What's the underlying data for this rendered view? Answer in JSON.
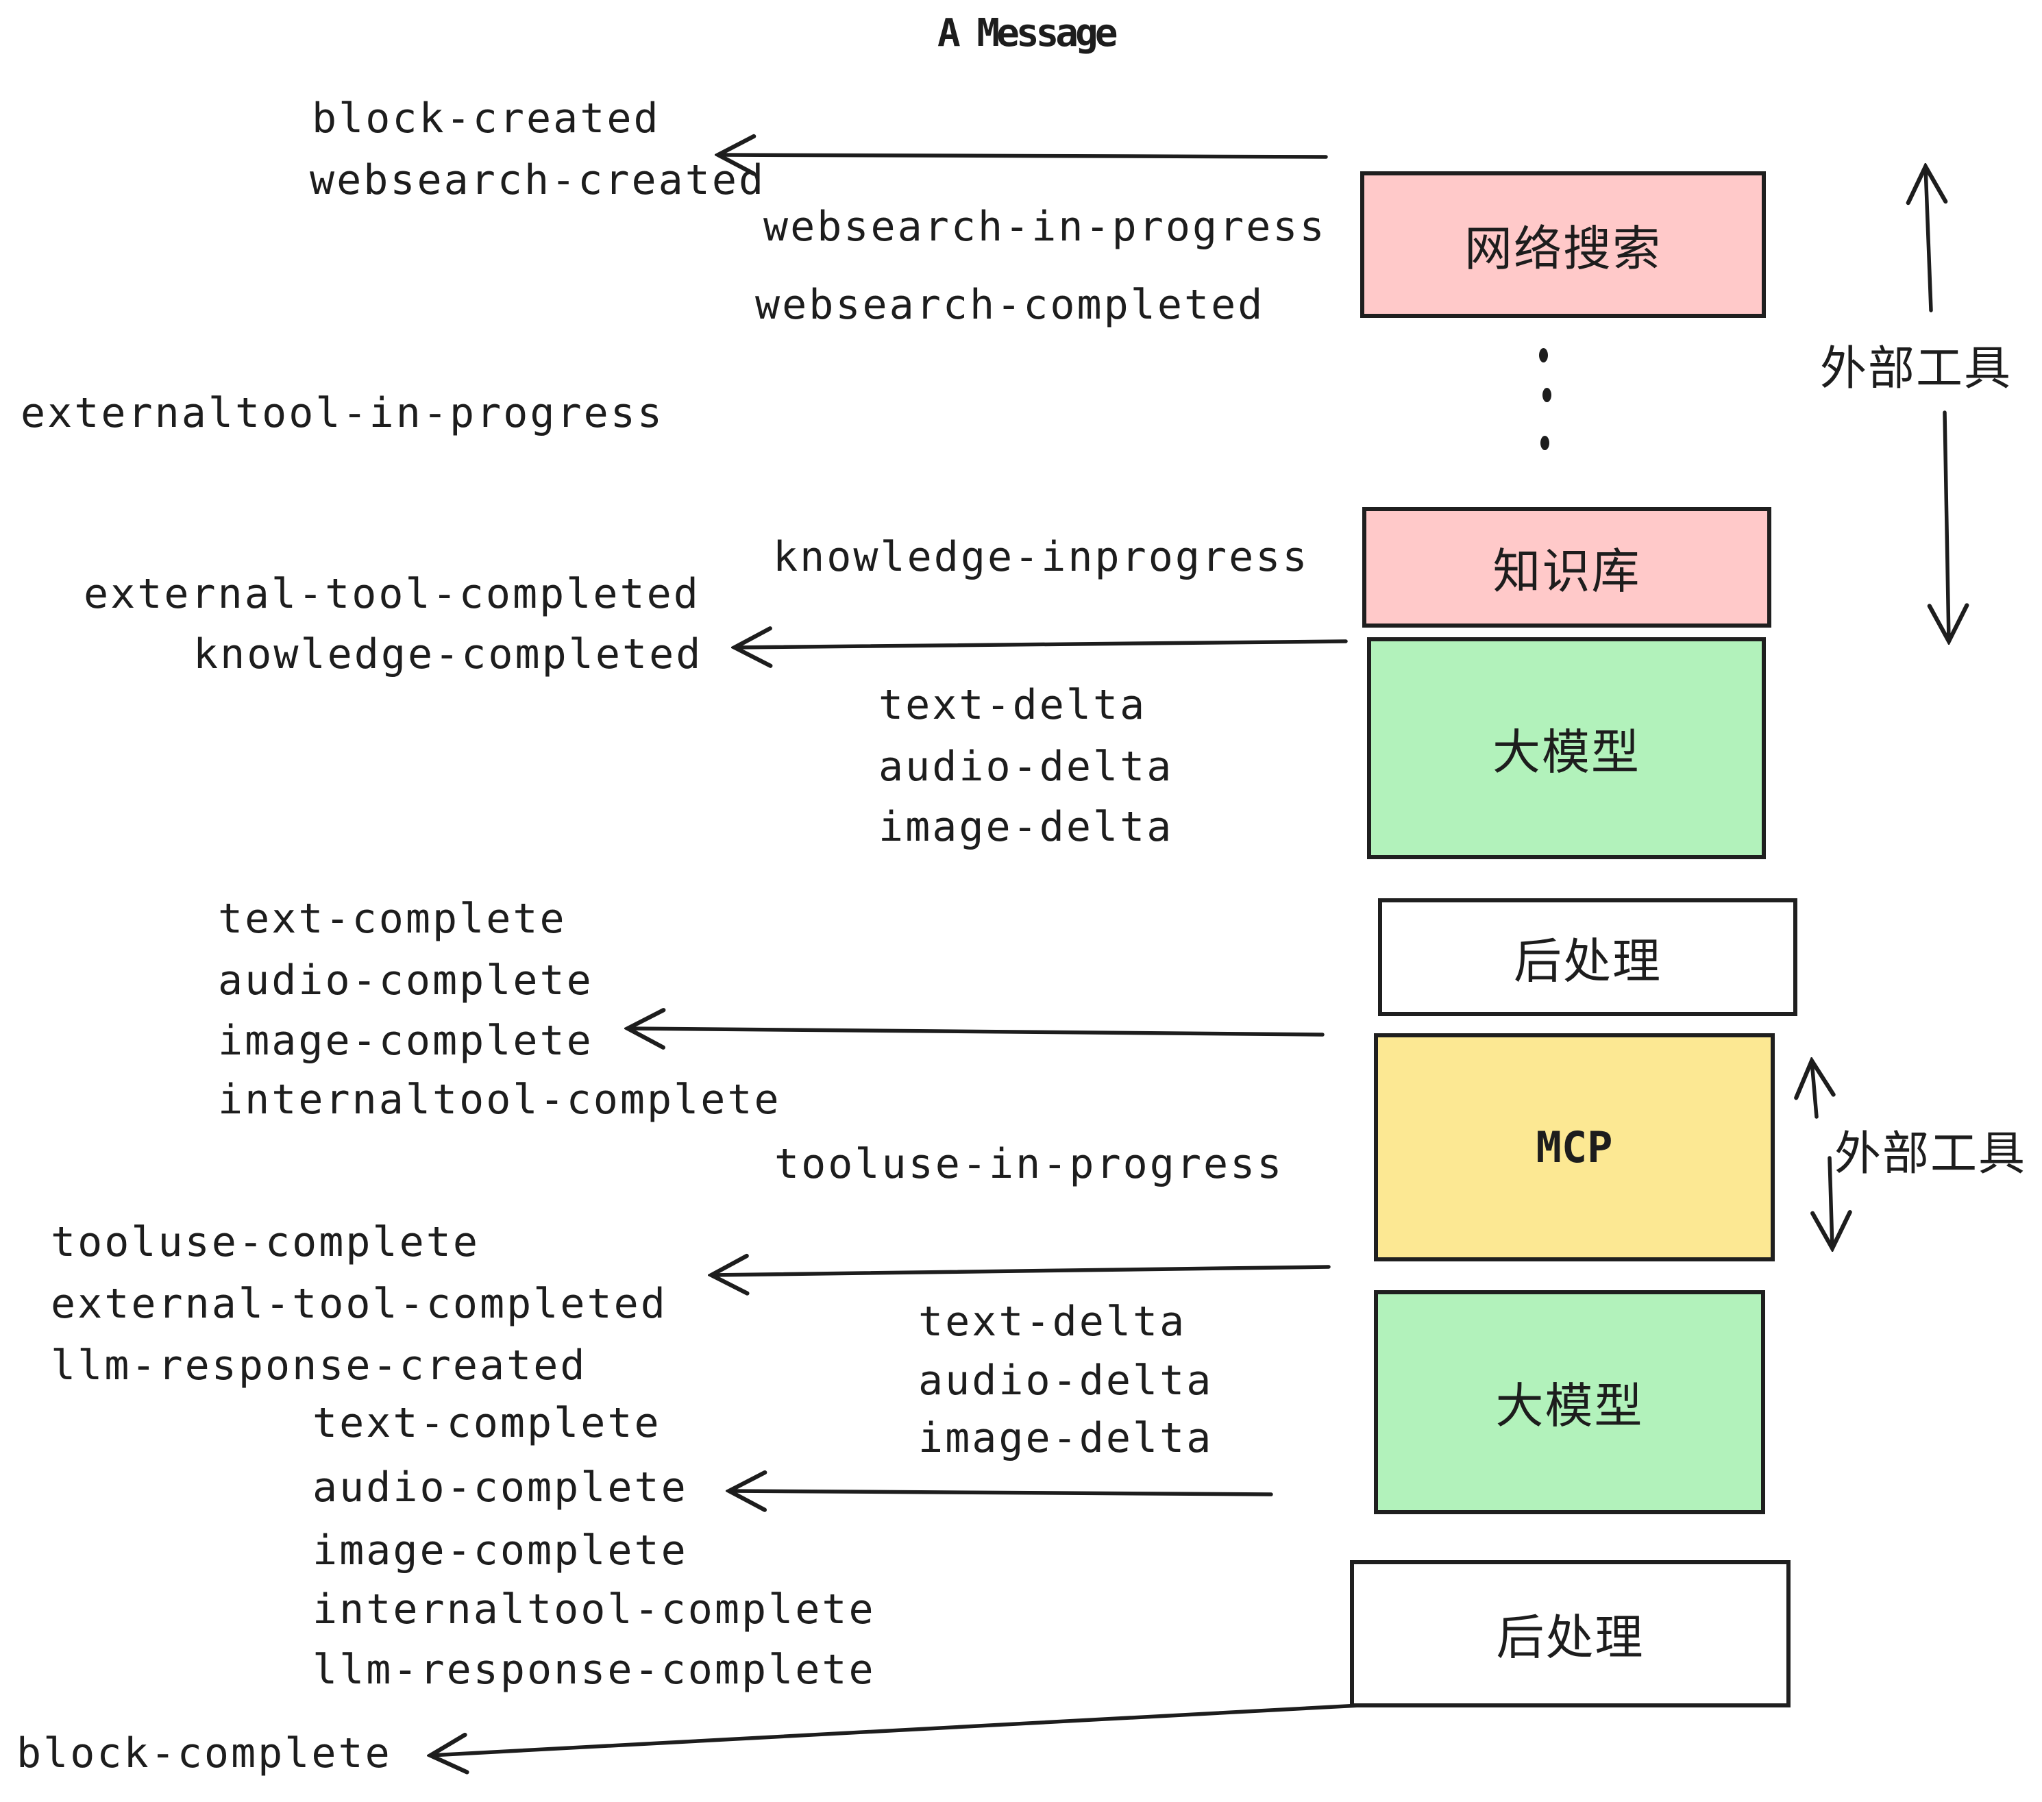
{
  "title": "A Message",
  "events": {
    "block_created": "block-created",
    "websearch_created": "websearch-created",
    "websearch_in_progress": "websearch-in-progress",
    "websearch_completed": "websearch-completed",
    "externaltool_in_progress": "externaltool-in-progress",
    "knowledge_inprogress": "knowledge-inprogress",
    "external_tool_completed": "external-tool-completed",
    "knowledge_completed": "knowledge-completed",
    "text_delta": "text-delta",
    "audio_delta": "audio-delta",
    "image_delta": "image-delta",
    "text_complete": "text-complete",
    "audio_complete": "audio-complete",
    "image_complete": "image-complete",
    "internaltool_complete": "internaltool-complete",
    "tooluse_in_progress": "tooluse-in-progress",
    "tooluse_complete": "tooluse-complete",
    "llm_response_created": "llm-response-created",
    "llm_response_complete": "llm-response-complete",
    "block_complete": "block-complete"
  },
  "boxes": {
    "websearch": {
      "label": "网络搜索",
      "fill": "#ffc9c9"
    },
    "knowledge": {
      "label": "知识库",
      "fill": "#ffc9c9"
    },
    "llm_top": {
      "label": "大模型",
      "fill": "#b2f2bb"
    },
    "post_top": {
      "label": "后处理",
      "fill": "#ffffff"
    },
    "mcp": {
      "label": "MCP",
      "fill": "#fce893"
    },
    "llm_bottom": {
      "label": "大模型",
      "fill": "#b2f2bb"
    },
    "post_bottom": {
      "label": "后处理",
      "fill": "#ffffff"
    }
  },
  "side_labels": {
    "external_tools_top": "外部工具",
    "external_tools_bottom": "外部工具"
  },
  "colors": {
    "stroke": "#1d1d1d",
    "pink": "#ffc9c9",
    "green": "#b2f2bb",
    "yellow": "#fce893"
  }
}
